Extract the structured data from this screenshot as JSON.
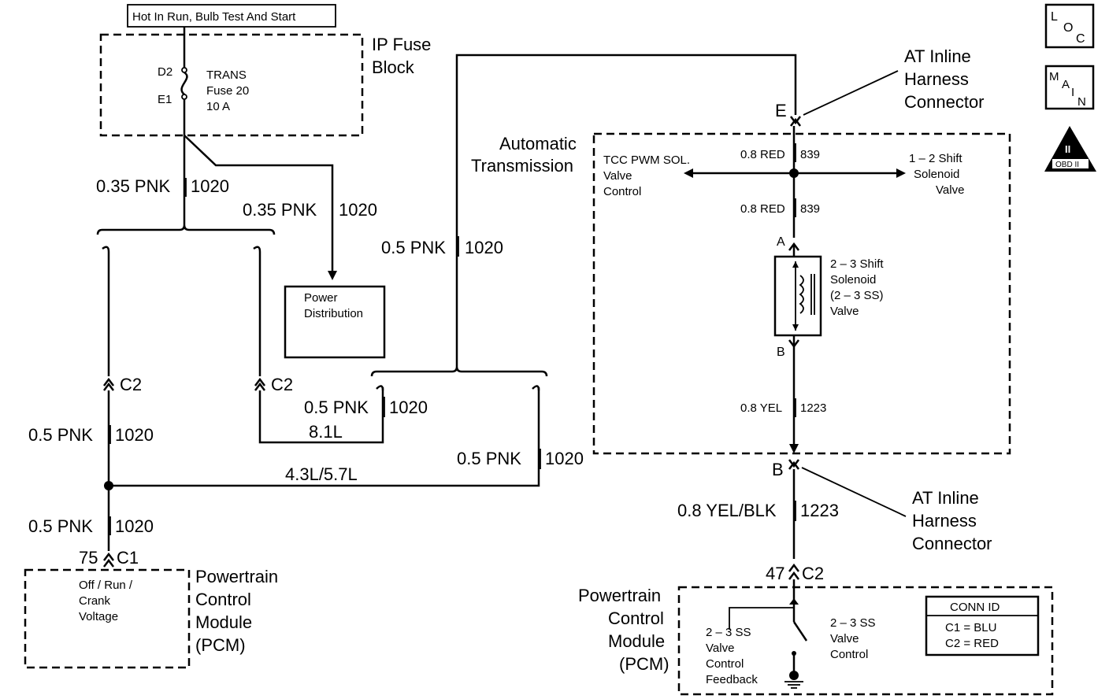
{
  "header_box": "Hot In Run, Bulb Test And Start",
  "ip_fuse_block": {
    "label_line1": "IP Fuse",
    "label_line2": "Block",
    "pin_top": "D2",
    "pin_bottom": "E1",
    "fuse_line1": "TRANS",
    "fuse_line2": "Fuse 20",
    "fuse_line3": "10 A"
  },
  "wires": {
    "w1": "0.35 PNK",
    "w1_num": "1020",
    "w2": "0.35 PNK",
    "w2_num": "1020",
    "w3": "0.5 PNK",
    "w3_num": "1020",
    "w4": "0.5 PNK",
    "w4_num": "1020",
    "w5": "0.5 PNK",
    "w5_num": "1020",
    "w6": "0.5 PNK",
    "w6_num": "1020",
    "w7": "0.5 PNK",
    "w7_num": "1020",
    "red_top": "0.8 RED",
    "red_top_num": "839",
    "red_mid": "0.8 RED",
    "red_mid_num": "839",
    "yel": "0.8 YEL",
    "yel_num": "1223",
    "yelblk": "0.8 YEL/BLK",
    "yelblk_num": "1223"
  },
  "connectors": {
    "c2_left": "C2",
    "c2_mid": "C2",
    "c1_pin": "75",
    "c1": "C1",
    "c2_right_pin": "47",
    "c2_right": "C2",
    "e": "E",
    "b_lower": "B",
    "a_sol": "A",
    "b_sol": "B"
  },
  "engine_labels": {
    "l81": "8.1L",
    "l4357": "4.3L/5.7L"
  },
  "power_distribution": {
    "line1": "Power",
    "line2": "Distribution"
  },
  "auto_trans": {
    "line1": "Automatic",
    "line2": "Transmission",
    "tcc_line1": "TCC PWM SOL.",
    "tcc_line2": "Valve",
    "tcc_line3": "Control",
    "shift12_line1": "1 – 2 Shift",
    "shift12_line2": "Solenoid",
    "shift12_line3": "Valve",
    "sol23_line1": "2 – 3 Shift",
    "sol23_line2": "Solenoid",
    "sol23_line3": "(2 – 3 SS)",
    "sol23_line4": "Valve"
  },
  "harness_top": {
    "line1": "AT Inline",
    "line2": "Harness",
    "line3": "Connector"
  },
  "harness_bottom": {
    "line1": "AT Inline",
    "line2": "Harness",
    "line3": "Connector"
  },
  "pcm_left": {
    "line1": "Powertrain",
    "line2": "Control",
    "line3": "Module",
    "line4": "(PCM)",
    "inner1": "Off / Run /",
    "inner2": "Crank",
    "inner3": "Voltage"
  },
  "pcm_right": {
    "line1": "Powertrain",
    "line2": "Control",
    "line3": "Module",
    "line4": "(PCM)",
    "fb1": "2 – 3 SS",
    "fb2": "Valve",
    "fb3": "Control",
    "fb4": "Feedback",
    "vc1": "2 – 3 SS",
    "vc2": "Valve",
    "vc3": "Control"
  },
  "conn_id": {
    "title": "CONN ID",
    "row1": "C1  =  BLU",
    "row2": "C2  =  RED"
  },
  "icons": {
    "loc": {
      "l": "L",
      "o": "O",
      "c": "C"
    },
    "main": {
      "m": "M",
      "a": "A",
      "i": "I",
      "n": "N"
    },
    "obd": {
      "glyph": "II",
      "label": "OBD II"
    }
  }
}
